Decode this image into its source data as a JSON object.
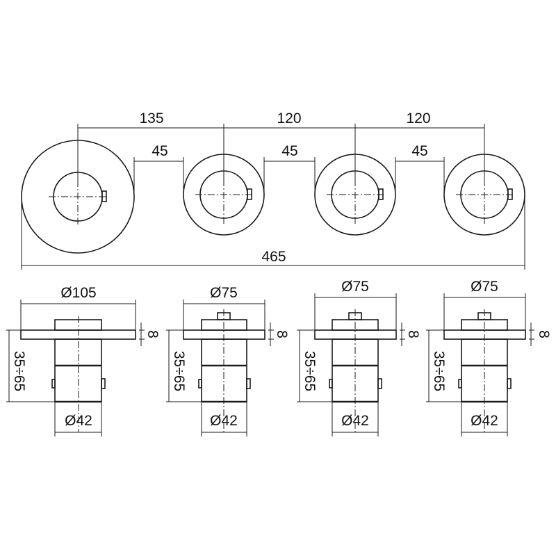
{
  "top_view": {
    "spacing_labels": [
      "135",
      "120",
      "120"
    ],
    "gap_labels": [
      "45",
      "45",
      "45"
    ],
    "overall_label": "465"
  },
  "side_view": {
    "plate_labels": [
      "Ø105",
      "Ø75",
      "Ø75",
      "Ø75"
    ],
    "thickness_labels": [
      "8",
      "8",
      "8",
      "8"
    ],
    "depth_labels": [
      "35÷65",
      "35÷65",
      "35÷65",
      "35÷65"
    ],
    "body_labels": [
      "Ø42",
      "Ø42",
      "Ø42",
      "Ø42"
    ]
  },
  "colors": {
    "line": "#1a1a1a",
    "text": "#111111",
    "background": "#ffffff"
  }
}
